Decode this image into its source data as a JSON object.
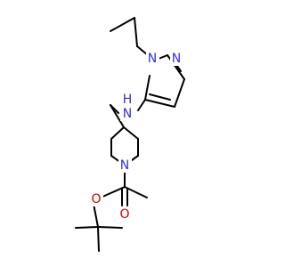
{
  "molecule": {
    "atoms": {
      "n1": {
        "symbol": "N",
        "color": "#3333cc"
      },
      "n2": {
        "symbol": "N",
        "color": "#3333cc"
      },
      "nh": {
        "symbol": "N",
        "h": "H",
        "color": "#3333cc"
      },
      "n_pip": {
        "symbol": "N",
        "color": "#3333cc"
      },
      "o_ester": {
        "symbol": "O",
        "color": "#cc0000"
      },
      "o_carbonyl": {
        "symbol": "O",
        "color": "#cc0000"
      }
    }
  }
}
